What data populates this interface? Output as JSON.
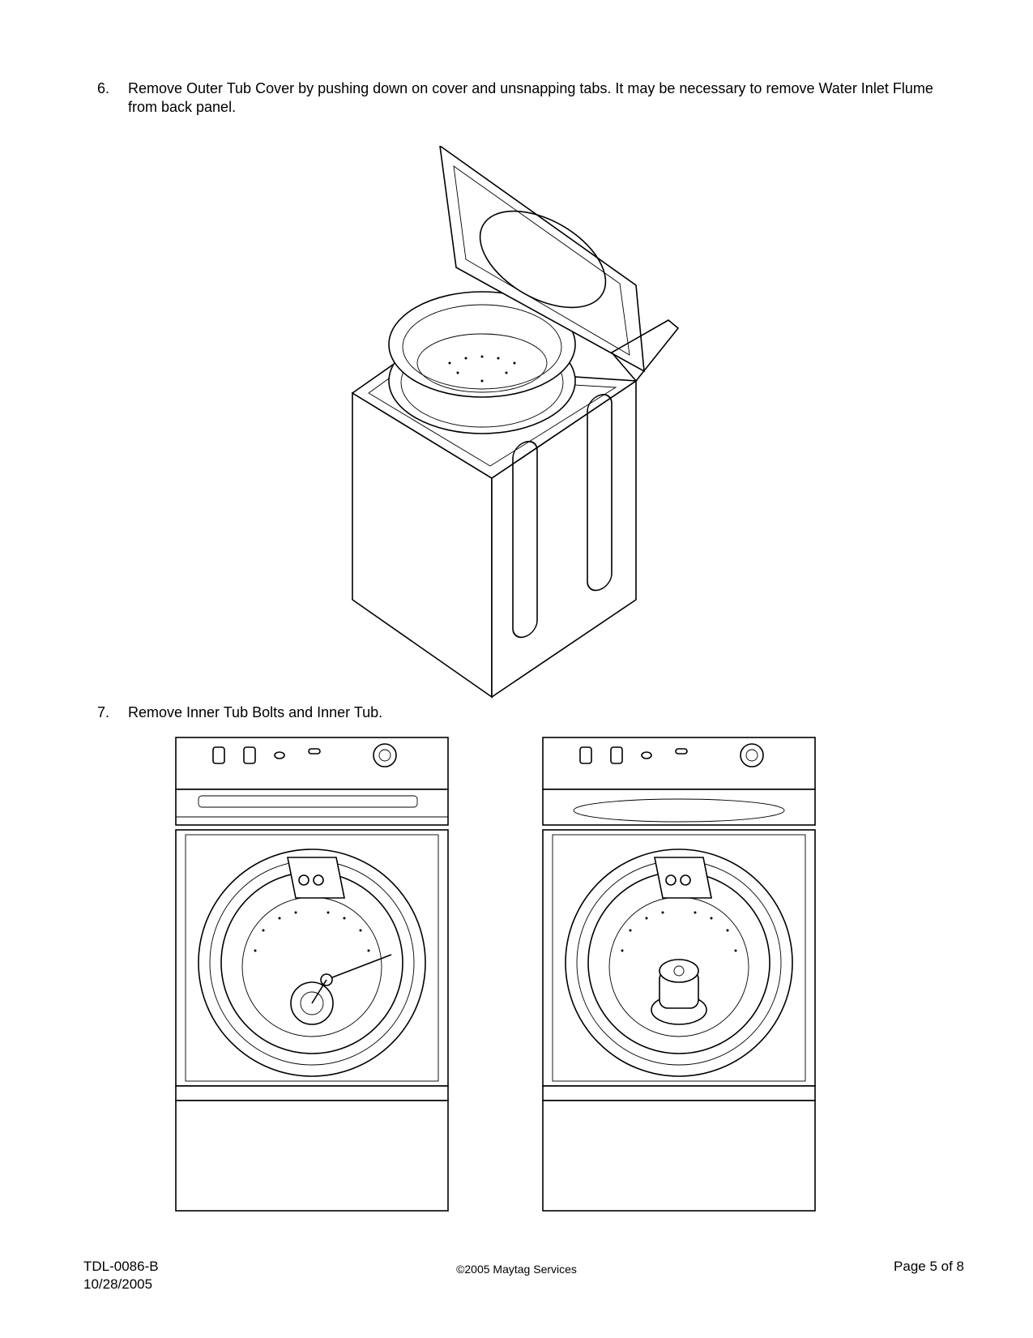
{
  "steps": [
    {
      "number": "6.",
      "text": "Remove Outer Tub Cover by pushing down on cover and unsnapping tabs. It may be necessary to remove Water Inlet Flume from back panel."
    },
    {
      "number": "7.",
      "text": "Remove Inner Tub Bolts and Inner Tub."
    }
  ],
  "footer": {
    "doc_id": "TDL-0086-B",
    "date": "10/28/2005",
    "copyright": "©2005 Maytag Services",
    "page": "Page 5 of 8"
  }
}
